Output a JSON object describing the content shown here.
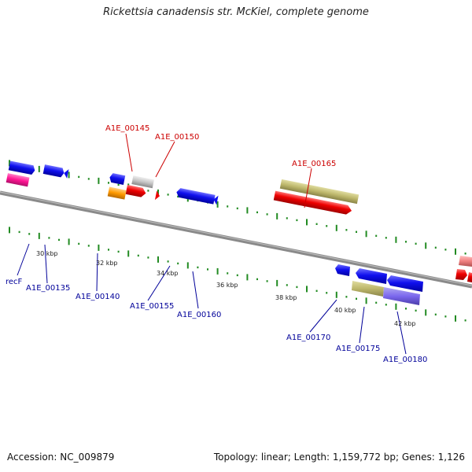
{
  "title": "Rickettsia canadensis str. McKiel, complete genome",
  "accession": "Accession: NC_009879",
  "summary": "Topology: linear; Length: 1,159,772 bp; Genes: 1,126",
  "colors": {
    "backbone": "#808080",
    "label_forward": "#cc0000",
    "label_reverse": "#000099",
    "tick_forward": "#228b22",
    "tick_reverse": "#228b22"
  },
  "kbp_labels": [
    "30 kbp",
    "32 kbp",
    "34 kbp",
    "36 kbp",
    "38 kbp",
    "40 kbp",
    "42 kbp"
  ],
  "forward_gene_labels": [
    "A1E_00145",
    "A1E_00150",
    "A1E_00165"
  ],
  "reverse_gene_labels": [
    "recF",
    "A1E_00135",
    "A1E_00140",
    "A1E_00155",
    "A1E_00160",
    "A1E_00170",
    "A1E_00175",
    "A1E_00180"
  ]
}
